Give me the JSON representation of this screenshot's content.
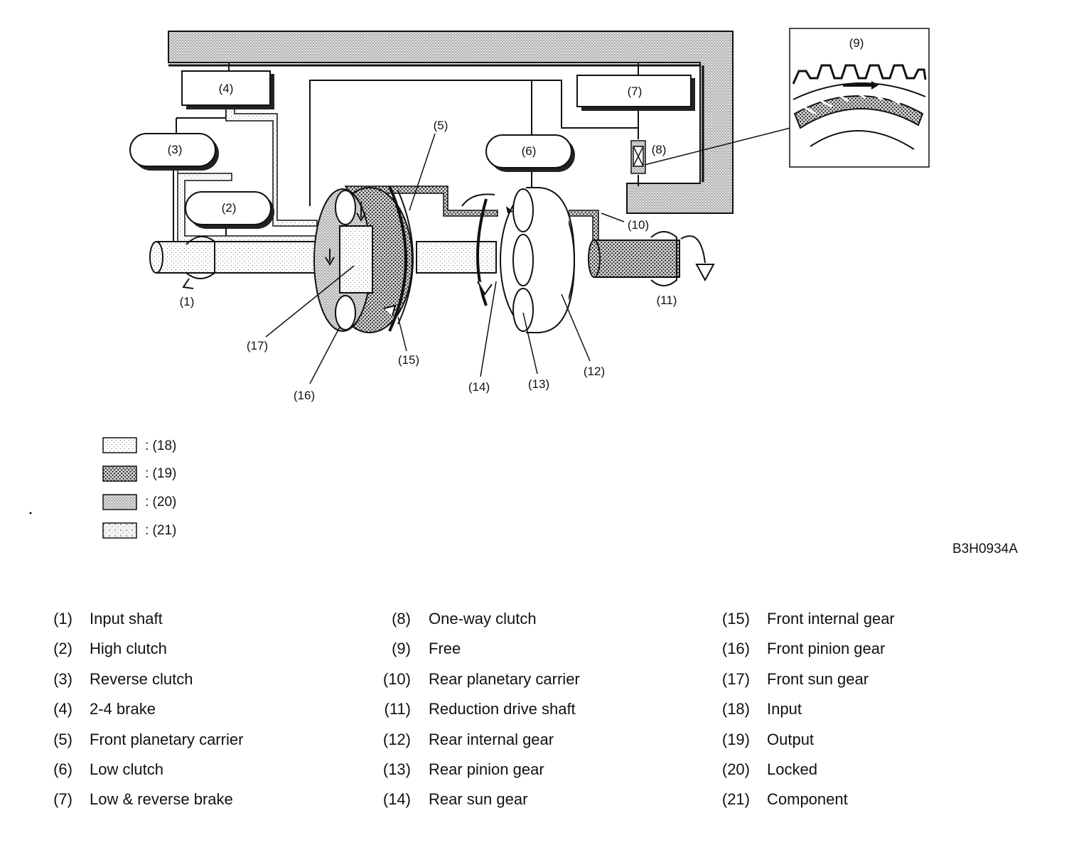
{
  "figure_code": "B3H0934A",
  "callouts": {
    "c1": "(1)",
    "c2": "(2)",
    "c3": "(3)",
    "c4": "(4)",
    "c5": "(5)",
    "c6": "(6)",
    "c7": "(7)",
    "c8": "(8)",
    "c9": "(9)",
    "c10": "(10)",
    "c11": "(11)",
    "c12": "(12)",
    "c13": "(13)",
    "c14": "(14)",
    "c15": "(15)",
    "c16": "(16)",
    "c17": "(17)"
  },
  "legend": [
    {
      "text": ": (18)",
      "pattern": "input-pattern"
    },
    {
      "text": ": (19)",
      "pattern": "output-pattern"
    },
    {
      "text": ": (20)",
      "pattern": "locked-pattern"
    },
    {
      "text": ": (21)",
      "pattern": "component-pattern"
    }
  ],
  "key": [
    [
      {
        "num": "(1)",
        "label": "Input shaft"
      },
      {
        "num": "(2)",
        "label": "High clutch"
      },
      {
        "num": "(3)",
        "label": "Reverse clutch"
      },
      {
        "num": "(4)",
        "label": "2-4 brake"
      },
      {
        "num": "(5)",
        "label": "Front planetary carrier"
      },
      {
        "num": "(6)",
        "label": "Low clutch"
      },
      {
        "num": "(7)",
        "label": "Low & reverse brake"
      }
    ],
    [
      {
        "num": "(8)",
        "label": "One-way clutch"
      },
      {
        "num": "(9)",
        "label": "Free"
      },
      {
        "num": "(10)",
        "label": "Rear planetary carrier"
      },
      {
        "num": "(11)",
        "label": "Reduction drive shaft"
      },
      {
        "num": "(12)",
        "label": "Rear internal gear"
      },
      {
        "num": "(13)",
        "label": "Rear pinion gear"
      },
      {
        "num": "(14)",
        "label": "Rear sun gear"
      }
    ],
    [
      {
        "num": "(15)",
        "label": "Front internal gear"
      },
      {
        "num": "(16)",
        "label": "Front pinion gear"
      },
      {
        "num": "(17)",
        "label": "Front sun gear"
      },
      {
        "num": "(18)",
        "label": "Input"
      },
      {
        "num": "(19)",
        "label": "Output"
      },
      {
        "num": "(20)",
        "label": "Locked"
      },
      {
        "num": "(21)",
        "label": "Component"
      }
    ]
  ]
}
